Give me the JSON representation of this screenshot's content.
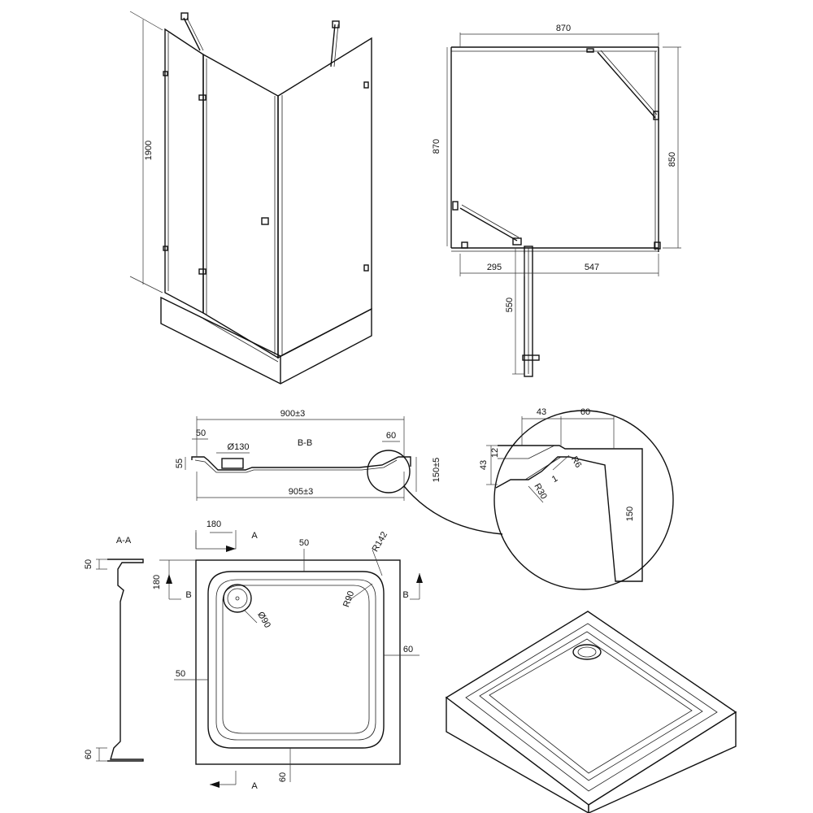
{
  "isometric_enclosure": {
    "height_label": "1900"
  },
  "top_view": {
    "width_label": "870",
    "depth_label": "870",
    "side_label": "850",
    "left_seg_label": "295",
    "right_seg_label": "547",
    "door_swing_label": "550"
  },
  "section_bb": {
    "title": "B-B",
    "overall_top_label": "900±3",
    "overall_bottom_label": "905±3",
    "left_rim_label": "50",
    "drain_label": "Ø130",
    "right_rim_label": "60",
    "height_left_label": "55",
    "height_right_label": "150±5"
  },
  "detail": {
    "top_a_label": "43",
    "top_b_label": "60",
    "left_a_label": "12",
    "left_b_label": "43",
    "radius_small_label": "R6",
    "radius_large_label": "R30",
    "slope_label": "1",
    "height_label": "150"
  },
  "section_aa": {
    "title": "A-A",
    "top_label": "50",
    "bottom_label": "60"
  },
  "tray_plan": {
    "offset_label": "180",
    "offset_side_label": "180",
    "section_marker_a": "A",
    "section_marker_b": "B",
    "top_rim_label": "50",
    "corner_radius_outer_label": "R142",
    "corner_radius_inner_label": "R90",
    "drain_label": "Ø90",
    "left_rim_label": "50",
    "right_rim_label": "60",
    "bottom_rim_label": "60"
  }
}
